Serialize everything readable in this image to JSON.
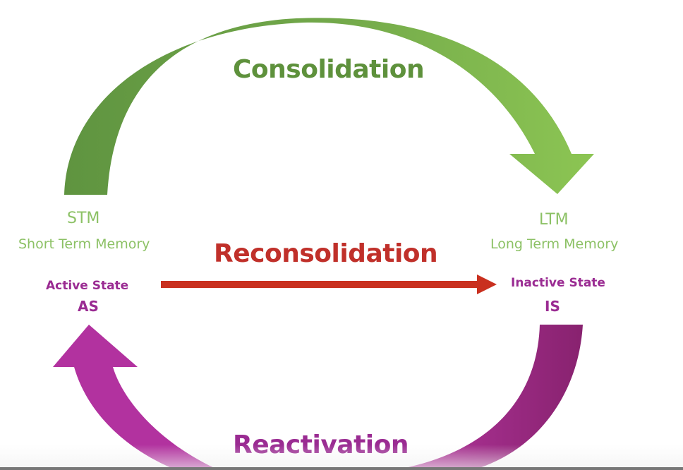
{
  "diagram": {
    "processes": {
      "consolidation": "Consolidation",
      "reconsolidation": "Reconsolidation",
      "reactivation": "Reactivation"
    },
    "left_node": {
      "abbr": "STM",
      "name": "Short Term Memory",
      "state": "Active State",
      "state_abbr": "AS"
    },
    "right_node": {
      "abbr": "LTM",
      "name": "Long Term Memory",
      "state": "Inactive State",
      "state_abbr": "IS"
    },
    "colors": {
      "consolidation_dark": "#5e913c",
      "consolidation_light": "#8cc44f",
      "reconsolidation": "#c9301f",
      "reactivation_left": "#b2329f",
      "reactivation_right": "#8c2473",
      "memory_text": "#8cc165",
      "state_text": "#9a2b92"
    }
  }
}
